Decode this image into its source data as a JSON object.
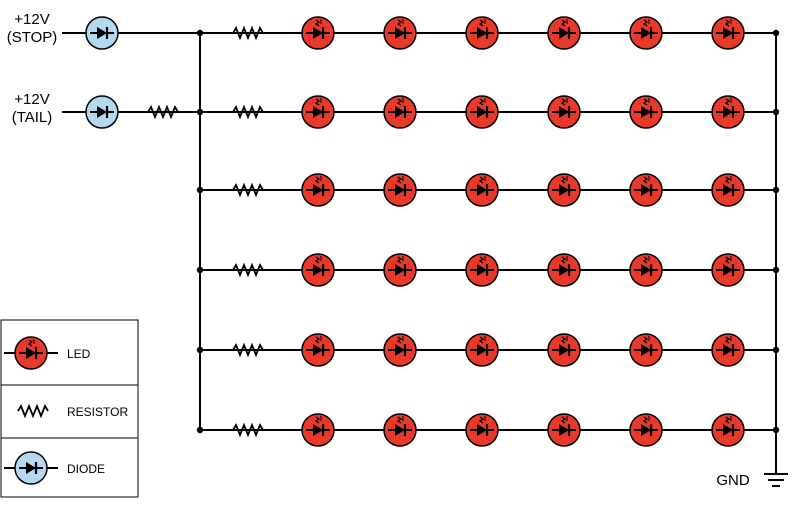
{
  "inputs": [
    {
      "voltage": "+12V",
      "name": "(STOP)"
    },
    {
      "voltage": "+12V",
      "name": "(TAIL)"
    }
  ],
  "ground_label": "GND",
  "led_grid": {
    "rows": 6,
    "columns": 6
  },
  "legend": {
    "led": "LED",
    "resistor": "RESISTOR",
    "diode": "DIODE"
  },
  "colors": {
    "led_fill": "#e8392b",
    "diode_fill": "#b4d8f0",
    "wire": "#000000"
  },
  "icons": {
    "led": "led-symbol-icon",
    "resistor": "resistor-zigzag-icon",
    "diode": "diode-symbol-icon",
    "ground": "ground-symbol-icon"
  }
}
